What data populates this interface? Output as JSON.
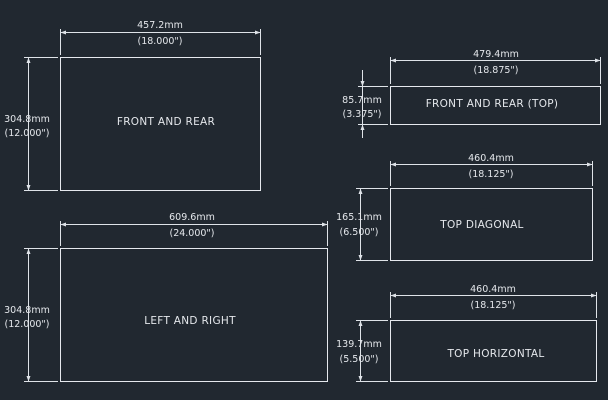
{
  "colors": {
    "background": "#212830",
    "linework": "#dfe3e8"
  },
  "panels": [
    {
      "label": "FRONT AND REAR",
      "width_mm": "457.2mm",
      "width_in": "(18.000\")",
      "height_mm": "304.8mm",
      "height_in": "(12.000\")"
    },
    {
      "label": "LEFT AND RIGHT",
      "width_mm": "609.6mm",
      "width_in": "(24.000\")",
      "height_mm": "304.8mm",
      "height_in": "(12.000\")"
    },
    {
      "label": "FRONT AND REAR (TOP)",
      "width_mm": "479.4mm",
      "width_in": "(18.875\")",
      "height_mm": "85.7mm",
      "height_in": "(3.375\")"
    },
    {
      "label": "TOP DIAGONAL",
      "width_mm": "460.4mm",
      "width_in": "(18.125\")",
      "height_mm": "165.1mm",
      "height_in": "(6.500\")"
    },
    {
      "label": "TOP HORIZONTAL",
      "width_mm": "460.4mm",
      "width_in": "(18.125\")",
      "height_mm": "139.7mm",
      "height_in": "(5.500\")"
    }
  ]
}
